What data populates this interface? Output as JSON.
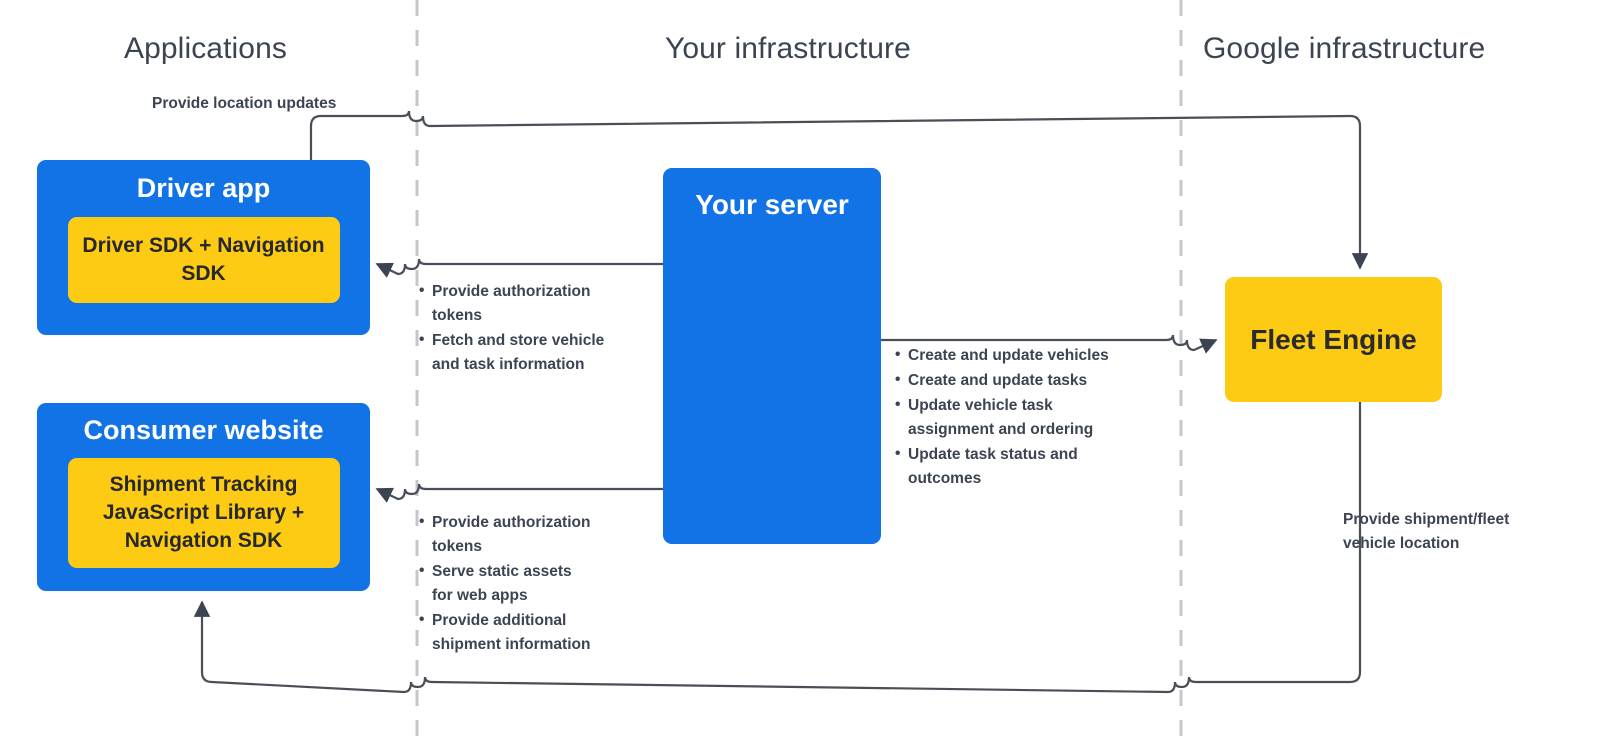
{
  "diagram": {
    "title": "Fleet Engine integration architecture",
    "colors": {
      "app_blue": "#1273e6",
      "sdk_yellow": "#fdcb14",
      "text_dark": "#3c4452",
      "connector": "#4a4f57",
      "divider": "#c3c7cc"
    }
  },
  "zones": [
    {
      "label": "Applications"
    },
    {
      "label": "Your infrastructure"
    },
    {
      "label": "Google infrastructure"
    }
  ],
  "nodes": {
    "driver_app": {
      "title": "Driver app",
      "sdk": "Driver SDK +\nNavigation SDK"
    },
    "consumer_website": {
      "title": "Consumer website",
      "sdk": "Shipment Tracking\nJavaScript Library  +\nNavigation SDK"
    },
    "your_server": {
      "title": "Your server"
    },
    "fleet_engine": {
      "title": "Fleet Engine"
    }
  },
  "annotations": {
    "location_updates": "Provide location updates",
    "shipment_fleet_location": "Provide shipment/fleet\nvehicle location"
  },
  "bullet_groups": {
    "driver_to_server": [
      "Provide authorization\ntokens",
      "Fetch and store vehicle\nand task information"
    ],
    "consumer_to_server": [
      "Provide authorization\ntokens",
      "Serve static assets\nfor web apps",
      "Provide additional\nshipment information"
    ],
    "server_to_fleet": [
      "Create and update vehicles",
      "Create and update tasks",
      "Update vehicle task\nassignment and ordering",
      "Update task status and\noutcomes"
    ]
  }
}
